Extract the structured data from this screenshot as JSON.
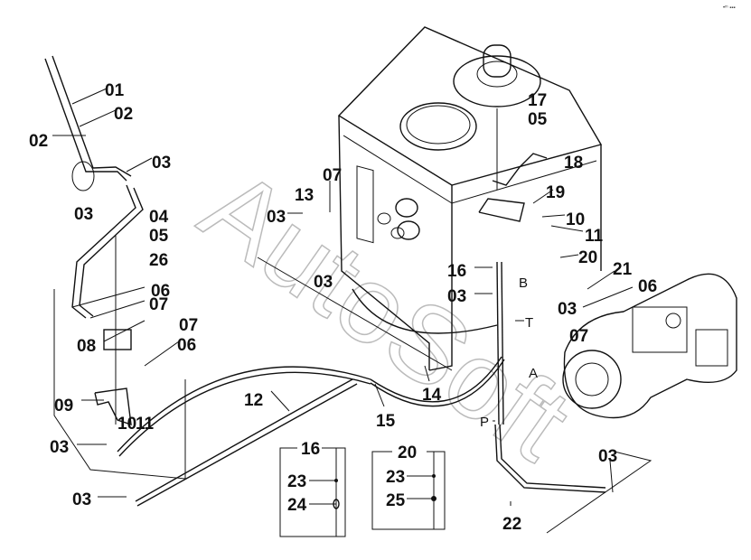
{
  "watermark": "AutoSoft",
  "corner_mark": "•ᵐ ▪▪▪",
  "labels": [
    "01",
    "02",
    "02",
    "03",
    "03",
    "04",
    "05",
    "26",
    "06",
    "07",
    "08",
    "07",
    "06",
    "09",
    "10",
    "11",
    "12",
    "03",
    "03",
    "15",
    "14",
    "03",
    "13",
    "07",
    "03",
    "17",
    "05",
    "18",
    "19",
    "10",
    "11",
    "20",
    "16",
    "03",
    "B",
    "21",
    "03",
    "06",
    "07",
    "T",
    "A",
    "P",
    "03",
    "22"
  ],
  "detail_boxes": [
    {
      "title": "16",
      "items": [
        "23",
        "24"
      ]
    },
    {
      "title": "20",
      "items": [
        "23",
        "25"
      ]
    }
  ],
  "colors": {
    "line": "#111111",
    "watermark": "#bbbbbb"
  }
}
